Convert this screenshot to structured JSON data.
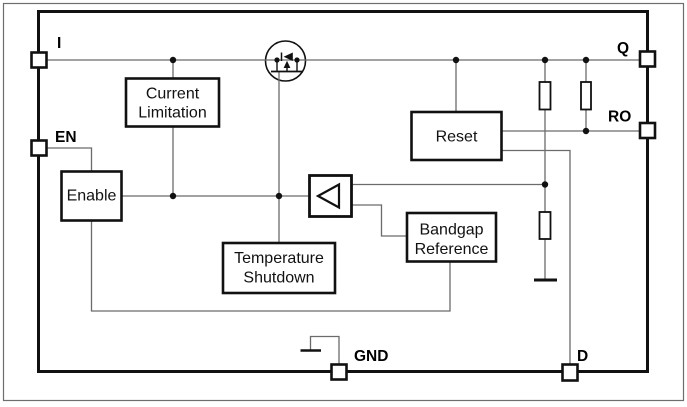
{
  "diagram": {
    "type": "ic-functional-block-diagram",
    "pins": {
      "input": "I",
      "enable": "EN",
      "output": "Q",
      "reset_output": "RO",
      "ground": "GND",
      "delay": "D"
    },
    "blocks": {
      "current_limitation": {
        "line1": "Current",
        "line2": "Limitation"
      },
      "enable": {
        "line1": "Enable"
      },
      "reset": {
        "line1": "Reset"
      },
      "temperature_shutdown": {
        "line1": "Temperature",
        "line2": "Shutdown"
      },
      "bandgap_reference": {
        "line1": "Bandgap",
        "line2": "Reference"
      }
    },
    "symbols": {
      "pass_transistor": "pmos-with-body-diode",
      "error_amplifier": "left-pointing-triangle",
      "resistors": 3,
      "ground_symbols": 2
    },
    "colors": {
      "outline": "#111111",
      "wire": "#6b6b6b",
      "background": "#ffffff"
    }
  }
}
